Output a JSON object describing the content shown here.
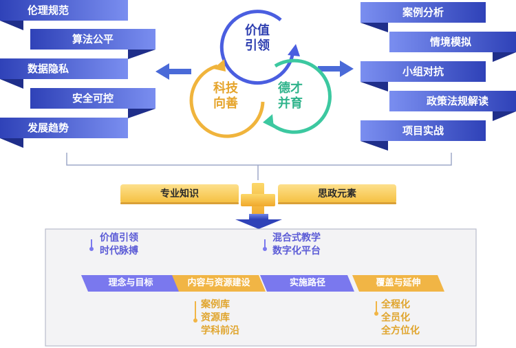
{
  "left_items": [
    "伦理规范",
    "算法公平",
    "数据隐私",
    "安全可控",
    "发展趋势"
  ],
  "right_items": [
    "案例分析",
    "情境模拟",
    "小组对抗",
    "政策法规解读",
    "项目实战"
  ],
  "circles": {
    "top": {
      "line1": "价值",
      "line2": "引领"
    },
    "left": {
      "line1": "科技",
      "line2": "向善"
    },
    "right": {
      "line1": "德才",
      "line2": "并育"
    }
  },
  "bars": {
    "left": "专业知识",
    "right": "思政元素"
  },
  "stages": [
    "理念与目标",
    "内容与资源建设",
    "实施路径",
    "覆盖与延伸"
  ],
  "stage_notes": {
    "s1": [
      "价值引领",
      "时代脉搏"
    ],
    "s2": [
      "案例库",
      "资源库",
      "学科前沿"
    ],
    "s3": [
      "混合式教学",
      "数字化平台"
    ],
    "s4": [
      "全程化",
      "全员化",
      "全方位化"
    ]
  },
  "colors": {
    "blue_dark": "#2f42b8",
    "blue_light": "#6f86e8",
    "circle_blue": "#4a5ee0",
    "circle_gold": "#f0b43c",
    "circle_green": "#3cc8a0",
    "gold_bar": "#fcd46e",
    "stage_purple": "#7a78ee",
    "stage_gold": "#f1b545",
    "note_blue": "#5b5bd6",
    "note_gold": "#e0a52e"
  }
}
